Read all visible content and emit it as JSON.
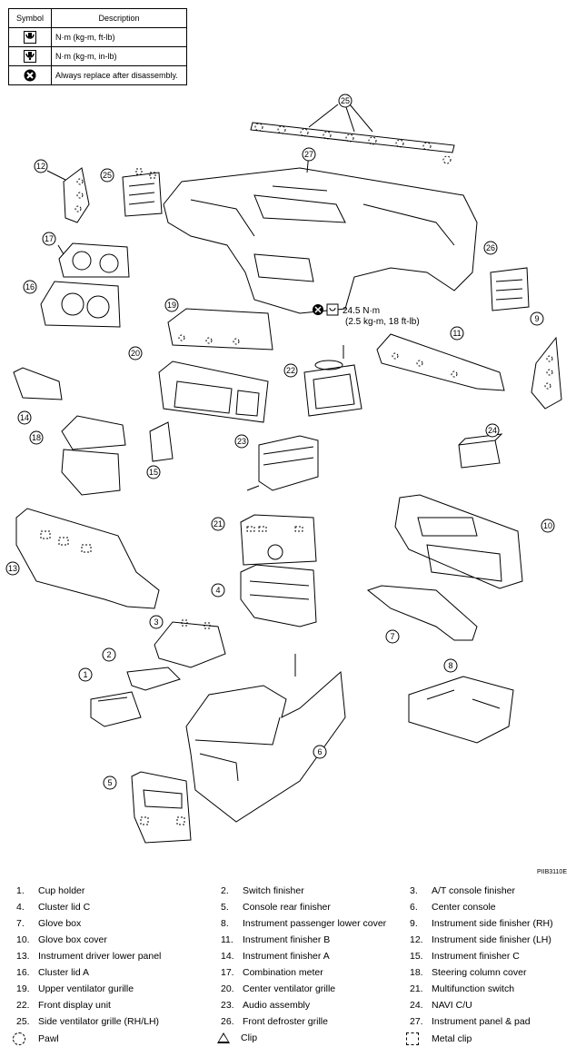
{
  "symbol_table": {
    "header_symbol": "Symbol",
    "header_description": "Description",
    "rows": [
      {
        "icon": "torque-nm-ftlb-icon",
        "text": "N·m (kg-m, ft-lb)"
      },
      {
        "icon": "torque-nm-inlb-icon",
        "text": "N·m (kg-m, in-lb)"
      },
      {
        "icon": "always-replace-icon",
        "text": "Always replace after disassembly."
      }
    ]
  },
  "torque_note": {
    "line1": "24.5 N·m",
    "line2": "(2.5 kg-m, 18 ft-lb)"
  },
  "figure_id": "PIIB3110E",
  "callouts": [
    "1",
    "2",
    "3",
    "4",
    "5",
    "6",
    "7",
    "8",
    "9",
    "10",
    "11",
    "12",
    "13",
    "14",
    "15",
    "16",
    "17",
    "18",
    "19",
    "20",
    "21",
    "22",
    "23",
    "24",
    "25",
    "25",
    "26",
    "27"
  ],
  "legend": {
    "items": [
      {
        "num": "1.",
        "label": "Cup holder"
      },
      {
        "num": "2.",
        "label": "Switch finisher"
      },
      {
        "num": "3.",
        "label": "A/T console finisher"
      },
      {
        "num": "4.",
        "label": "Cluster lid C"
      },
      {
        "num": "5.",
        "label": "Console rear finisher"
      },
      {
        "num": "6.",
        "label": "Center console"
      },
      {
        "num": "7.",
        "label": "Glove box"
      },
      {
        "num": "8.",
        "label": "Instrument passenger lower cover"
      },
      {
        "num": "9.",
        "label": "Instrument side finisher (RH)"
      },
      {
        "num": "10.",
        "label": "Glove box cover"
      },
      {
        "num": "11.",
        "label": "Instrument finisher B"
      },
      {
        "num": "12.",
        "label": "Instrument side finisher (LH)"
      },
      {
        "num": "13.",
        "label": "Instrument driver lower panel"
      },
      {
        "num": "14.",
        "label": "Instrument finisher A"
      },
      {
        "num": "15.",
        "label": "Instrument finisher C"
      },
      {
        "num": "16.",
        "label": "Cluster lid A"
      },
      {
        "num": "17.",
        "label": "Combination meter"
      },
      {
        "num": "18.",
        "label": "Steering column cover"
      },
      {
        "num": "19.",
        "label": "Upper ventilator gurille"
      },
      {
        "num": "20.",
        "label": "Center ventilator grille"
      },
      {
        "num": "21.",
        "label": "Multifunction switch"
      },
      {
        "num": "22.",
        "label": "Front display unit"
      },
      {
        "num": "23.",
        "label": "Audio assembly"
      },
      {
        "num": "24.",
        "label": "NAVI C/U"
      },
      {
        "num": "25.",
        "label": "Side ventilator grille (RH/LH)"
      },
      {
        "num": "26.",
        "label": "Front defroster grille"
      },
      {
        "num": "27.",
        "label": "Instrument panel & pad"
      }
    ],
    "symbols": [
      {
        "icon": "pawl-icon",
        "label": "Pawl"
      },
      {
        "icon": "clip-icon",
        "label": "Clip"
      },
      {
        "icon": "metal-clip-icon",
        "label": "Metal clip"
      }
    ]
  }
}
